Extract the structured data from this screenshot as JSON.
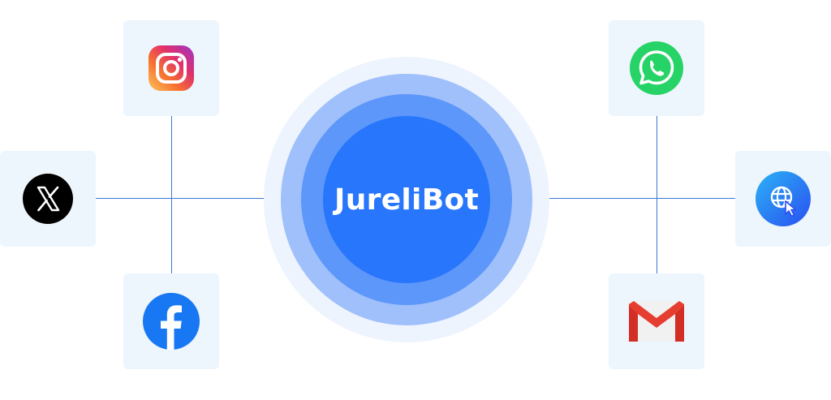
{
  "hub": {
    "label": "JureliBot"
  },
  "channels": [
    {
      "name": "instagram",
      "icon": "instagram-icon"
    },
    {
      "name": "x",
      "icon": "x-icon"
    },
    {
      "name": "facebook",
      "icon": "facebook-icon"
    },
    {
      "name": "whatsapp",
      "icon": "whatsapp-icon"
    },
    {
      "name": "website",
      "icon": "globe-cursor-icon"
    },
    {
      "name": "gmail",
      "icon": "gmail-icon"
    }
  ],
  "colors": {
    "hub_core": "#2876fb",
    "connector": "#3a78d4",
    "tile_bg": "#edf5fd"
  }
}
